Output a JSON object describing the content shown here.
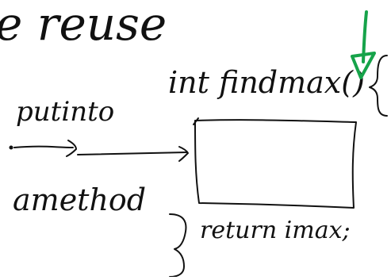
{
  "notes": {
    "heading": "e reuse",
    "signature": "int findmax()",
    "put_label": "putinto",
    "method_label": "amethod",
    "return_stmt": "return imax;"
  },
  "colors": {
    "ink": "#111111",
    "annotation": "#16a34a",
    "background": "#ffffff"
  }
}
